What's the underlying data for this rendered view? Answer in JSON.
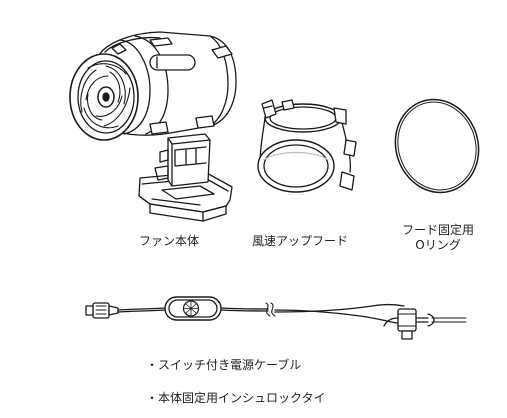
{
  "parts": {
    "fan_body": {
      "label": "ファン本体"
    },
    "speed_up_hood": {
      "label": "風速アップフード"
    },
    "o_ring": {
      "label_line1": "フード固定用",
      "label_line2": "Oリング"
    },
    "power_cable": {
      "label": "・スイッチ付き電源ケーブル"
    },
    "insulock_tie": {
      "label": "・本体固定用インシュロックタイ"
    }
  },
  "colors": {
    "line": "#1a1a1a",
    "fill": "#ffffff",
    "shade": "#bdbdbd"
  }
}
